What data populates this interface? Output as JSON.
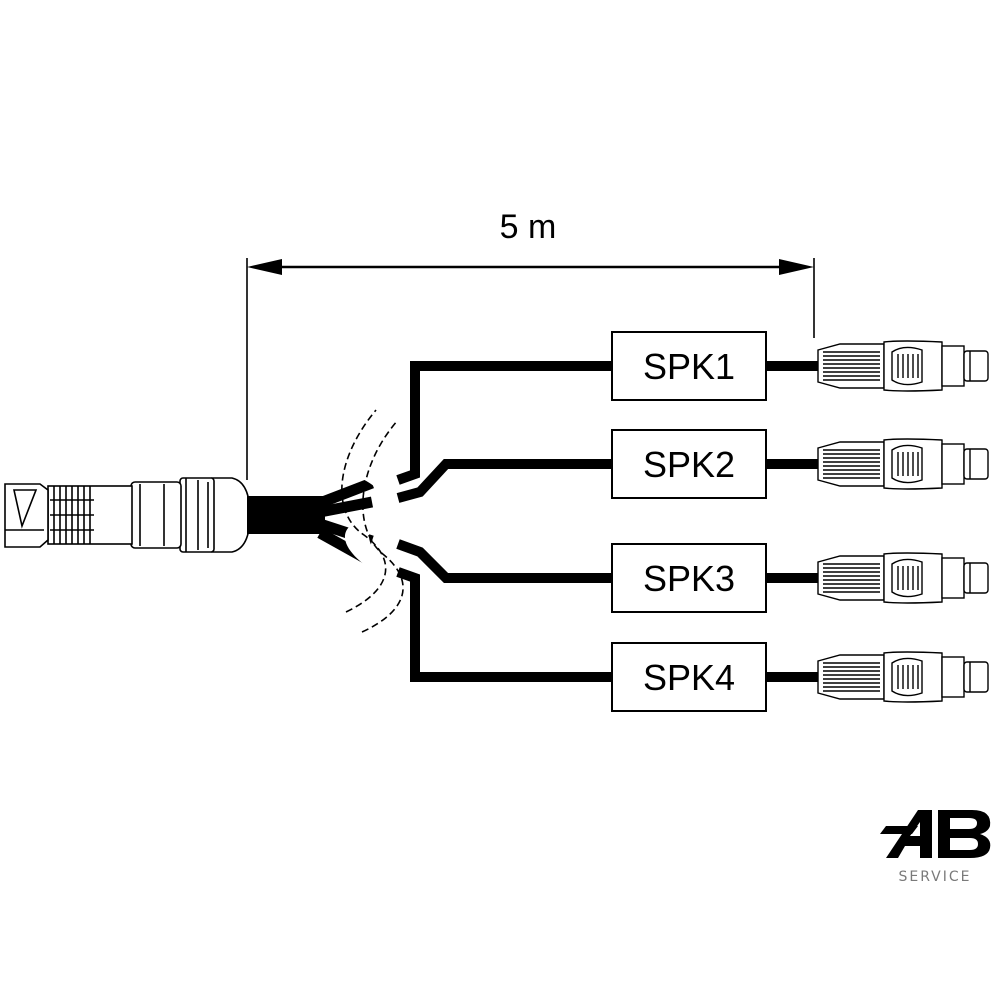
{
  "dimension": {
    "length_label": "5 m"
  },
  "outputs": [
    {
      "label": "SPK1"
    },
    {
      "label": "SPK2"
    },
    {
      "label": "SPK3"
    },
    {
      "label": "SPK4"
    }
  ],
  "logo": {
    "mark": "AB",
    "subtitle": "SERVICE"
  },
  "colors": {
    "line": "#000000",
    "background": "#ffffff",
    "logo_grey": "#7a7a7a"
  }
}
